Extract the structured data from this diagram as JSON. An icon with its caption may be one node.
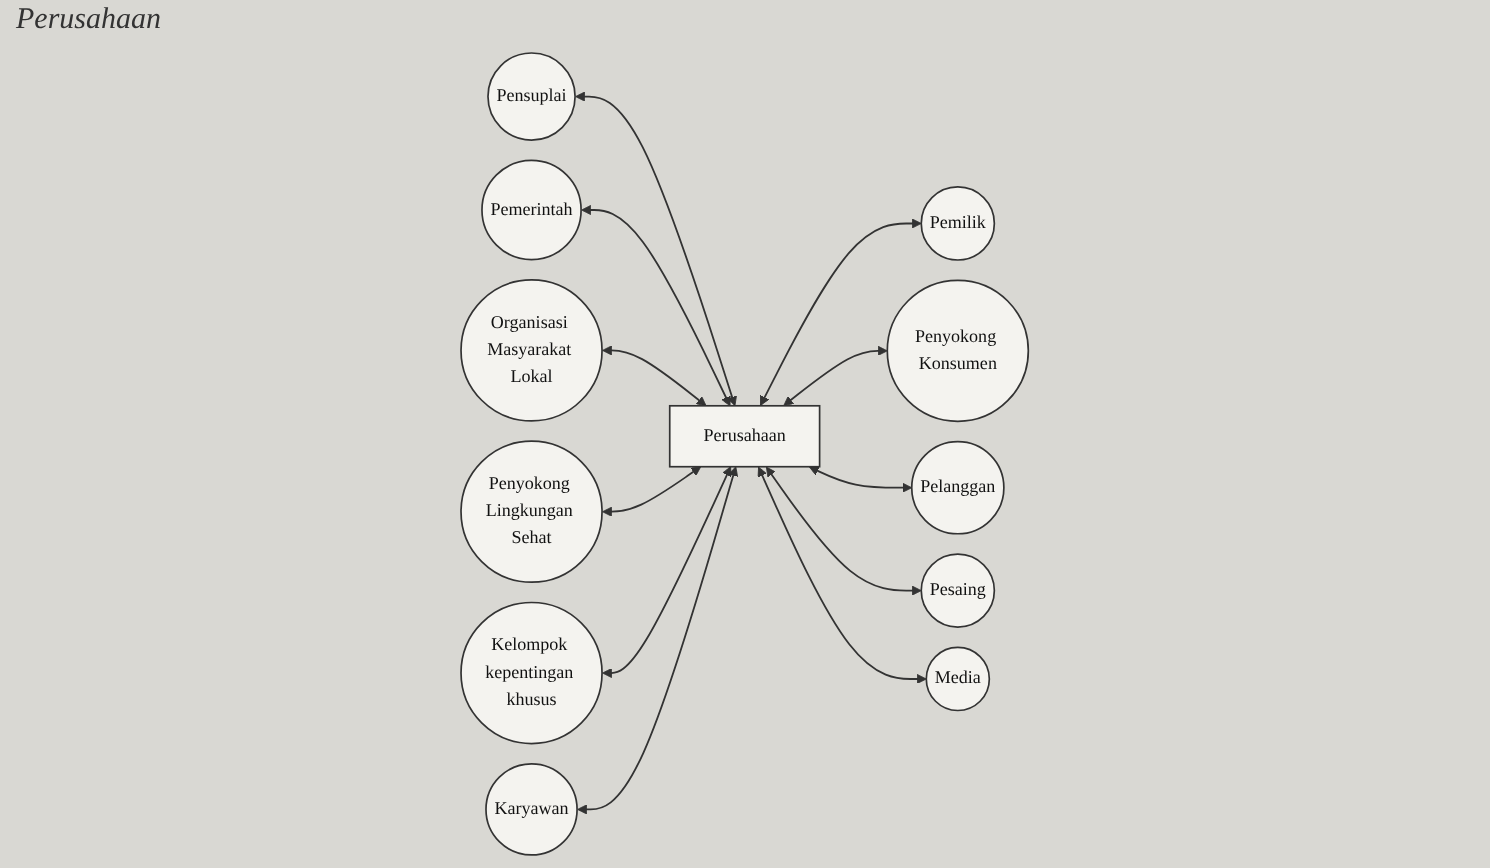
{
  "diagram": {
    "title": "Perusahaan",
    "nodes": [
      {
        "text": [
          "Pensuplai"
        ]
      },
      {
        "text": [
          "Pemerintah"
        ]
      },
      {
        "text": [
          "Organisasi Masyarakat Lokal"
        ]
      },
      {
        "text": [
          "Pemilik"
        ]
      },
      {
        "text": [
          "Penyokong Konsumen"
        ]
      },
      {
        "text": [
          "Penyokong Lingkungan Sehat"
        ]
      },
      {
        "text": [
          "Perusahaan"
        ]
      },
      {
        "text": [
          "Pelanggan"
        ]
      },
      {
        "text": [
          "Kelompok kepentingan khusus"
        ]
      },
      {
        "text": [
          "Pesaing"
        ]
      },
      {
        "text": [
          "Karyawan"
        ]
      },
      {
        "text": [
          "Media"
        ]
      }
    ],
    "edges": [
      {
        "from": 0,
        "to": 6,
        "arrow": "both"
      },
      {
        "from": 1,
        "to": 6,
        "arrow": "both"
      },
      {
        "from": 2,
        "to": 6,
        "arrow": "both"
      },
      {
        "from": 6,
        "to": 3,
        "arrow": "both"
      },
      {
        "from": 6,
        "to": 4,
        "arrow": "both"
      },
      {
        "from": 5,
        "to": 6,
        "arrow": "both"
      },
      {
        "from": 6,
        "to": 7,
        "arrow": "both"
      },
      {
        "from": 8,
        "to": 6,
        "arrow": "both"
      },
      {
        "from": 6,
        "to": 9,
        "arrow": "both"
      },
      {
        "from": 10,
        "to": 6,
        "arrow": "both"
      },
      {
        "from": 6,
        "to": 11,
        "arrow": "both"
      }
    ]
  }
}
